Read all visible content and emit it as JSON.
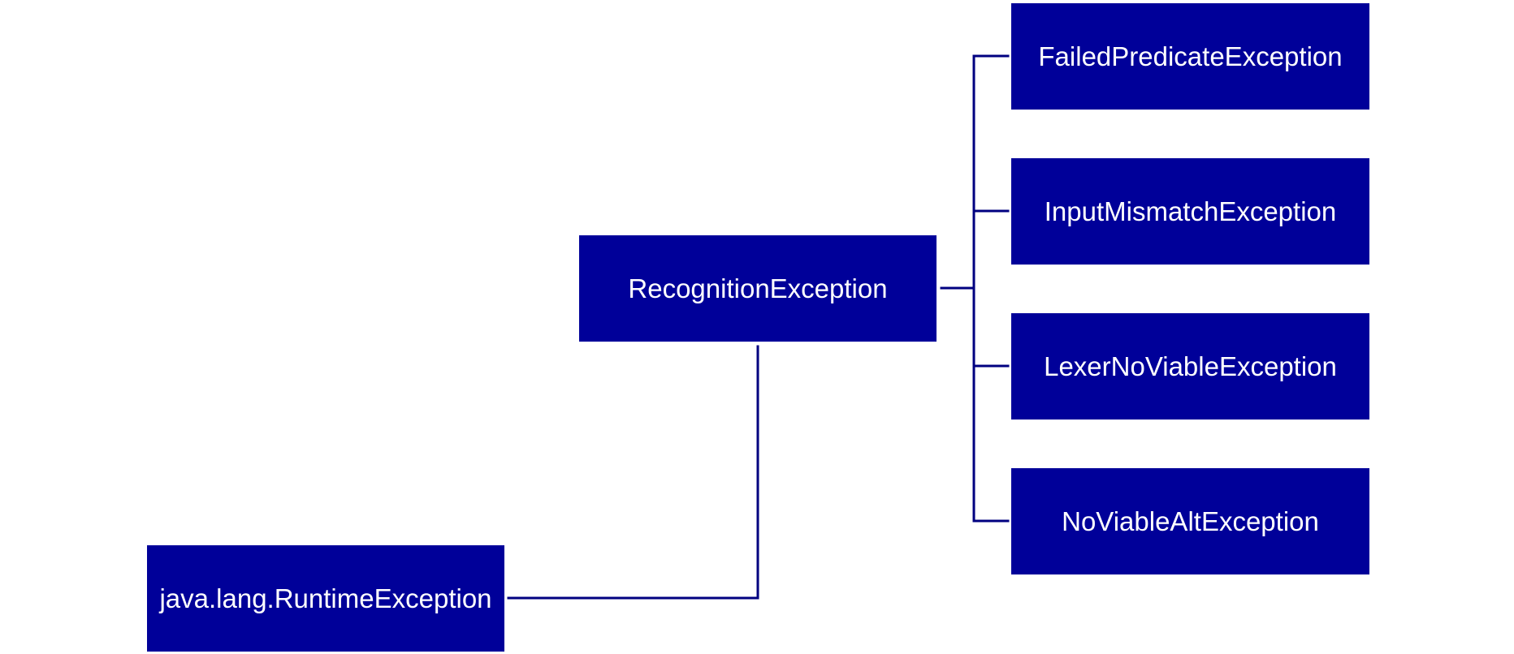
{
  "colors": {
    "node_fill": "#000099",
    "node_text": "#ffffff",
    "connector": "#000080",
    "background": "#ffffff"
  },
  "nodes": {
    "root": {
      "label": "java.lang.RuntimeException"
    },
    "recognition": {
      "label": "RecognitionException"
    },
    "children": [
      {
        "label": "FailedPredicateException"
      },
      {
        "label": "InputMismatchException"
      },
      {
        "label": "LexerNoViableException"
      },
      {
        "label": "NoViableAltException"
      }
    ]
  }
}
